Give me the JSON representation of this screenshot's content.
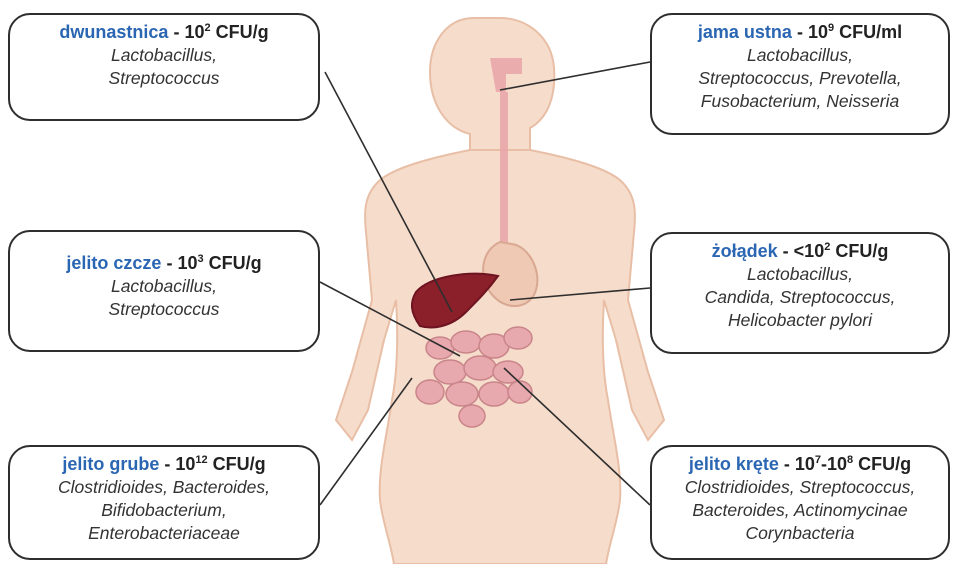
{
  "boxes": {
    "duodenum": {
      "organ": "dwunastnica",
      "sep": " - ",
      "cfu_base": "10",
      "cfu_exp": "2",
      "cfu_unit": " CFU/g",
      "bacteria": [
        "Lactobacillus,",
        "Streptococcus"
      ]
    },
    "mouth": {
      "organ": "jama ustna",
      "sep": " - ",
      "cfu_base": "10",
      "cfu_exp": "9",
      "cfu_unit": " CFU/ml",
      "bacteria": [
        "Lactobacillus,",
        "Streptococcus, Prevotella,",
        "Fusobacterium, Neisseria"
      ]
    },
    "jejunum": {
      "organ": "jelito czcze",
      "sep": " - ",
      "cfu_base": "10",
      "cfu_exp": "3",
      "cfu_unit": " CFU/g",
      "bacteria": [
        "Lactobacillus,",
        "Streptococcus"
      ]
    },
    "stomach": {
      "organ": "żołądek",
      "sep": " - ",
      "cfu_base": "<10",
      "cfu_exp": "2",
      "cfu_unit": " CFU/g",
      "bacteria": [
        "Lactobacillus,",
        "Candida, Streptococcus,",
        "Helicobacter pylori"
      ]
    },
    "colon": {
      "organ": "jelito grube",
      "sep": " - ",
      "cfu_base": "10",
      "cfu_exp": "12",
      "cfu_unit": " CFU/g",
      "bacteria": [
        "Clostridioides, Bacteroides,",
        "Bifidobacterium,",
        "Enterobacteriaceae"
      ]
    },
    "ileum": {
      "organ": "jelito kręte",
      "sep": " - ",
      "cfu_base": "10",
      "cfu_exp": "7",
      "cfu_mid": "-10",
      "cfu_exp2": "8",
      "cfu_unit": " CFU/g",
      "bacteria": [
        "Clostridioides, Streptococcus,",
        "Bacteroides, Actinomycinae",
        "Corynbacteria"
      ]
    }
  },
  "colors": {
    "organ_label": "#2b66b3",
    "skin": "#f6dccb",
    "skin_outline": "#e8bfa6",
    "digestive": "#e9a3a8",
    "liver": "#8b1f2a",
    "intestine": "#e7a9ad",
    "stomach": "#efc9b4",
    "connector": "#2e2e2e"
  }
}
